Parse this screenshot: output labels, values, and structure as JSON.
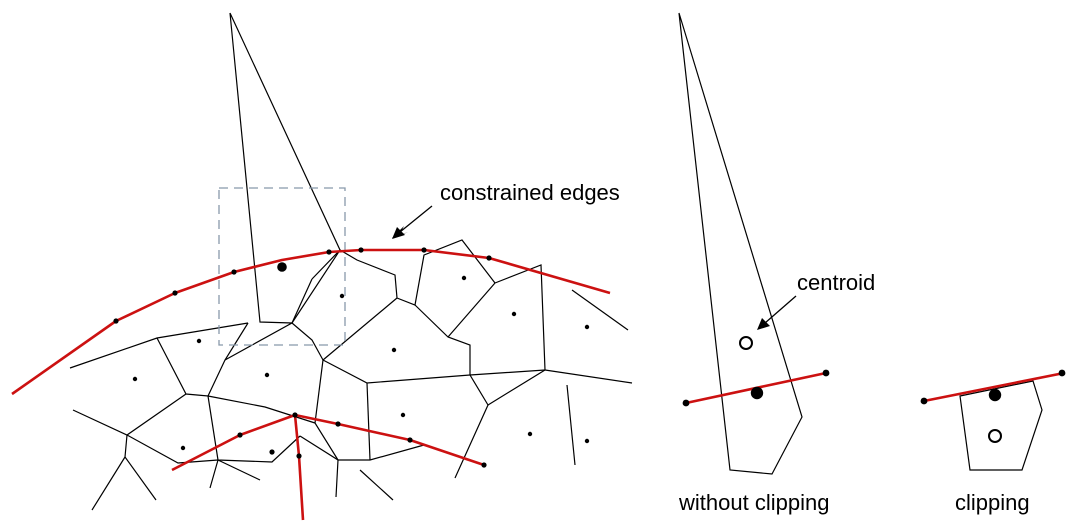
{
  "labels": {
    "constrained_edges": "constrained edges",
    "centroid": "centroid",
    "without_clipping": "without clipping",
    "clipping": "clipping"
  },
  "colors": {
    "constraint": "#cc1111",
    "cell_edge": "#000000",
    "zoom_box": "#8899aa",
    "site": "#000000",
    "centroid_fill": "#ffffff"
  }
}
